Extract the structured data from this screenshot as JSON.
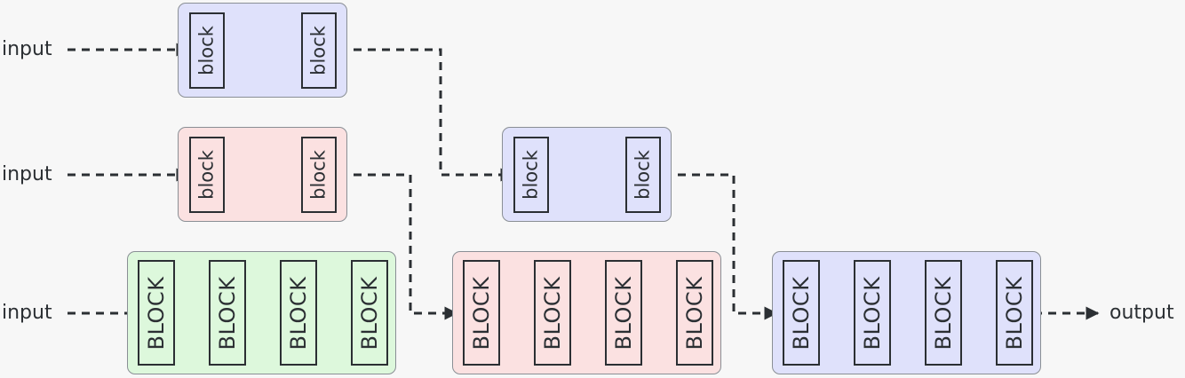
{
  "labels": {
    "input_top": "input",
    "input_mid": "input",
    "input_bottom": "input",
    "output": "output"
  },
  "groups": {
    "top_left": {
      "color": "blue",
      "blocks": [
        "block",
        "block"
      ]
    },
    "mid_left": {
      "color": "red",
      "blocks": [
        "block",
        "block"
      ]
    },
    "bottom_left": {
      "color": "green",
      "blocks": [
        "BLOCK",
        "BLOCK",
        "BLOCK",
        "BLOCK"
      ]
    },
    "mid_center": {
      "color": "blue",
      "blocks": [
        "block",
        "block"
      ]
    },
    "bottom_center": {
      "color": "red",
      "blocks": [
        "BLOCK",
        "BLOCK",
        "BLOCK",
        "BLOCK"
      ]
    },
    "bottom_right": {
      "color": "blue",
      "blocks": [
        "BLOCK",
        "BLOCK",
        "BLOCK",
        "BLOCK"
      ]
    }
  },
  "colors": {
    "blue_fill": "#dfe1fb",
    "red_fill": "#fbe1e1",
    "green_fill": "#ddf8dc",
    "stroke": "#2b2f33"
  }
}
